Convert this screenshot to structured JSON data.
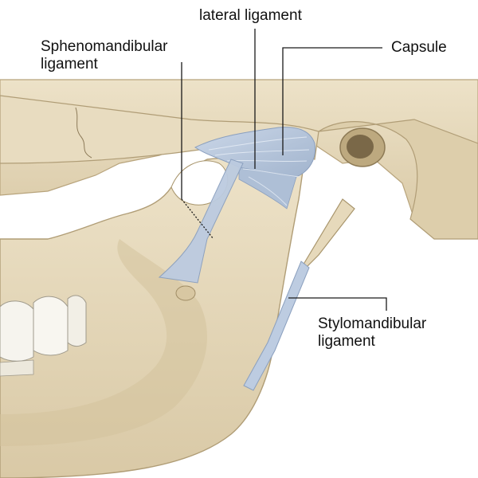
{
  "labels": {
    "lateral": "lateral ligament",
    "sphenomandibular": [
      "Sphenomandibular",
      "ligament"
    ],
    "capsule": "Capsule",
    "stylomandibular": [
      "Stylomandibular",
      "ligament"
    ]
  },
  "colors": {
    "bone": "#e4d7b9",
    "bone_shadow": "#c9b894",
    "ligament": "#b9c8dd",
    "text": "#111111",
    "leader": "#1a1a1a"
  }
}
